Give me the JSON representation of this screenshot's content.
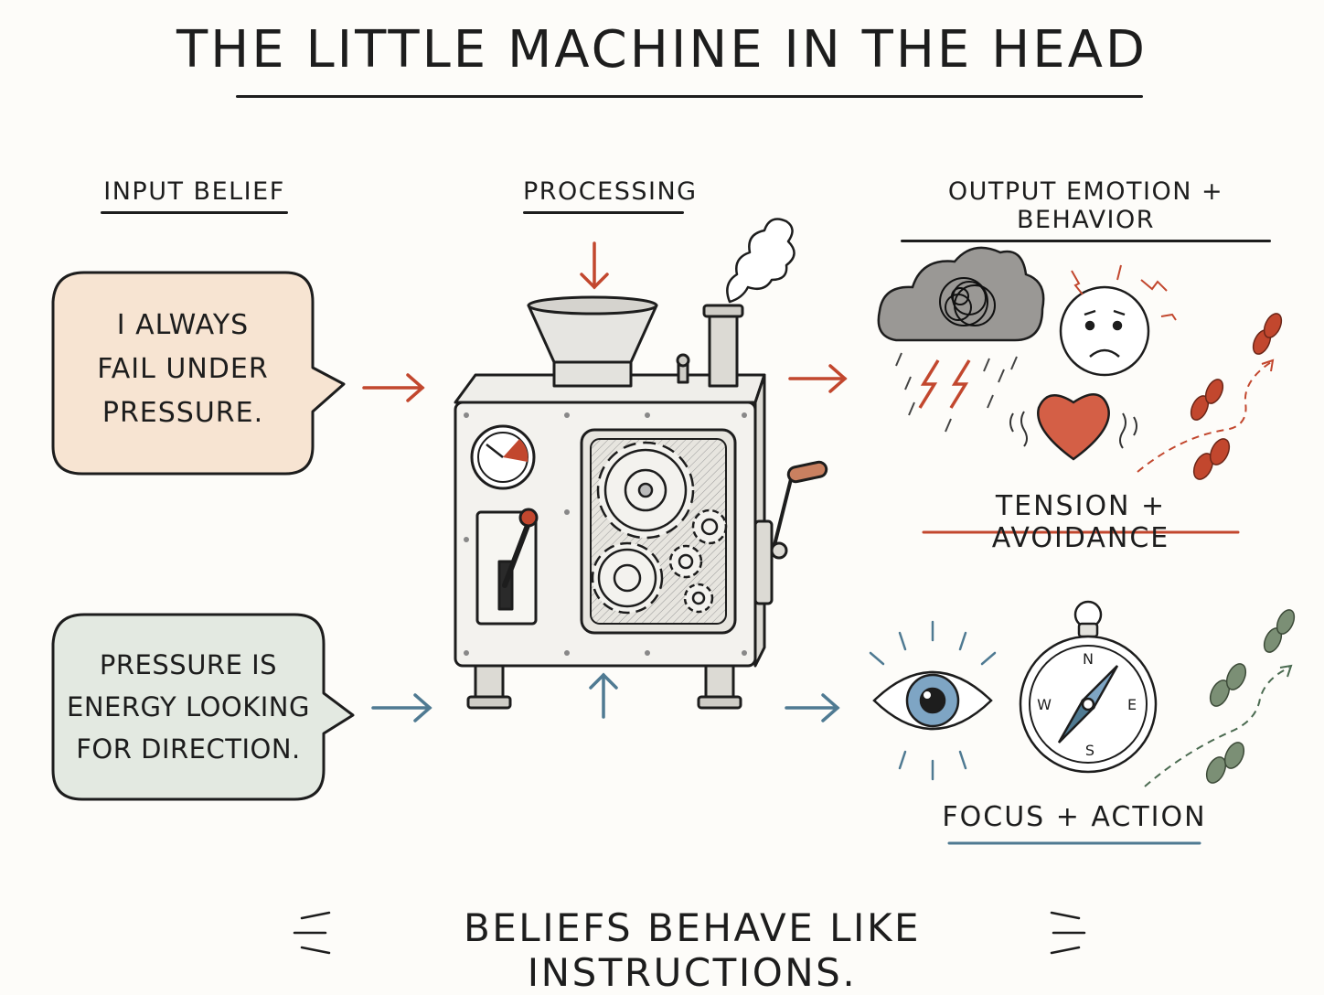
{
  "title": "THE LITTLE MACHINE IN THE HEAD",
  "columns": {
    "input": "INPUT BELIEF",
    "processing": "PROCESSING",
    "output": "OUTPUT EMOTION + BEHAVIOR"
  },
  "beliefs": {
    "negative": {
      "lines": [
        "I ALWAYS",
        "FAIL UNDER",
        "PRESSURE."
      ],
      "fill": "#f7e4d2"
    },
    "positive": {
      "lines": [
        "PRESSURE IS",
        "ENERGY LOOKING",
        "FOR DIRECTION."
      ],
      "fill": "#e3e9e1"
    }
  },
  "outputs": {
    "negative": {
      "label": "TENSION + AVOIDANCE",
      "color": "#c2472e"
    },
    "positive": {
      "label": "FOCUS + ACTION",
      "color": "#4f7a92"
    }
  },
  "compass": {
    "n": "N",
    "e": "E",
    "s": "S",
    "w": "W"
  },
  "footer": "BELIEFS BEHAVE LIKE INSTRUCTIONS."
}
